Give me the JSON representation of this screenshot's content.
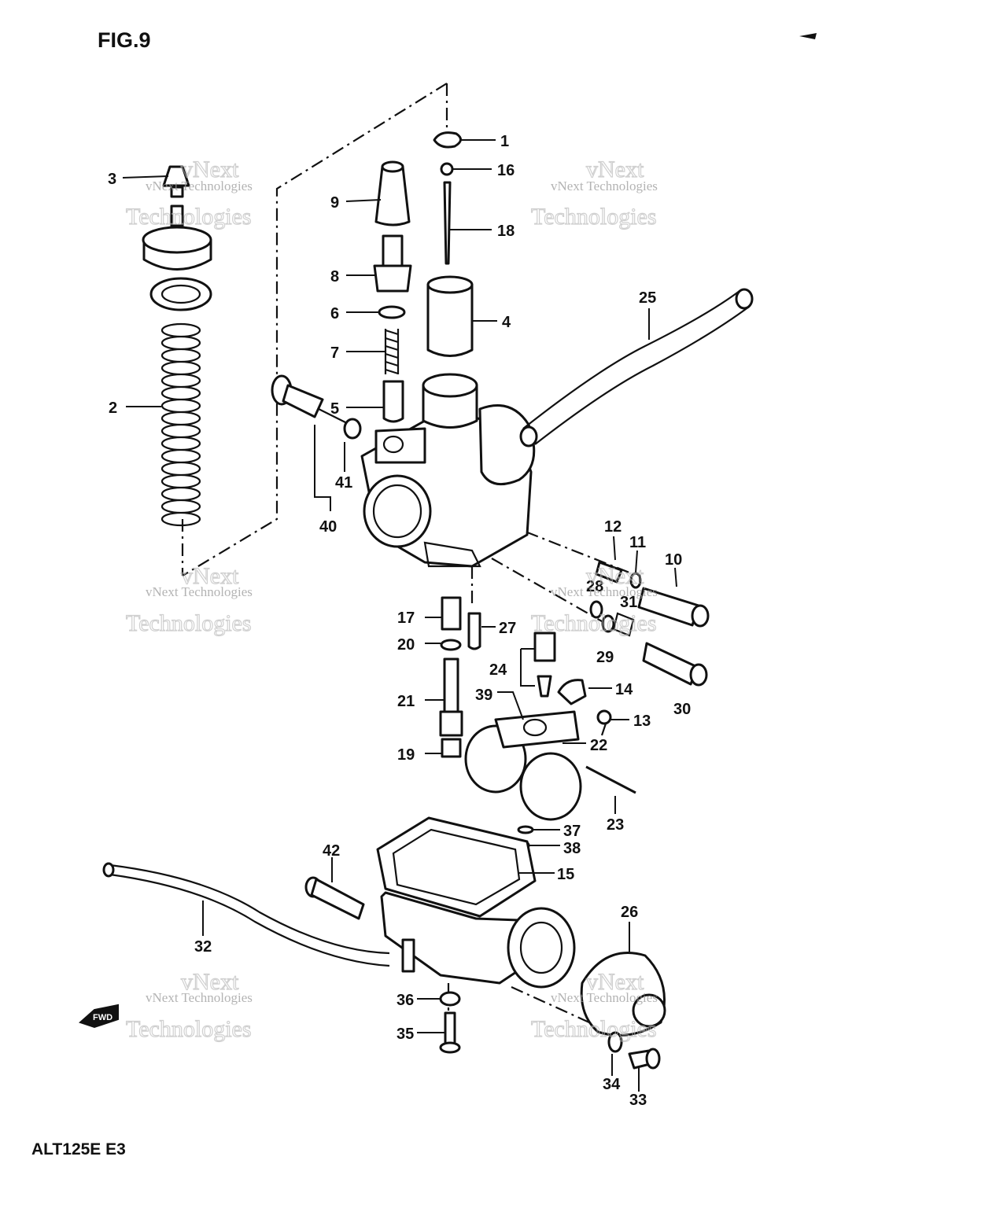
{
  "figure": {
    "title": "FIG.9",
    "model_code": "ALT125E  E3"
  },
  "watermark": {
    "line1": "vNext Technologies",
    "line2": "Technologies",
    "top": "vNext"
  },
  "fwd_badge": "FWD",
  "callouts": [
    {
      "id": "c1",
      "text": "1"
    },
    {
      "id": "c16",
      "text": "16"
    },
    {
      "id": "c18",
      "text": "18"
    },
    {
      "id": "c4",
      "text": "4"
    },
    {
      "id": "c3",
      "text": "3"
    },
    {
      "id": "c9",
      "text": "9"
    },
    {
      "id": "c8",
      "text": "8"
    },
    {
      "id": "c6",
      "text": "6"
    },
    {
      "id": "c7",
      "text": "7"
    },
    {
      "id": "c5",
      "text": "5"
    },
    {
      "id": "c2",
      "text": "2"
    },
    {
      "id": "c41",
      "text": "41"
    },
    {
      "id": "c40",
      "text": "40"
    },
    {
      "id": "c25",
      "text": "25"
    },
    {
      "id": "c12",
      "text": "12"
    },
    {
      "id": "c11",
      "text": "11"
    },
    {
      "id": "c10",
      "text": "10"
    },
    {
      "id": "c28",
      "text": "28"
    },
    {
      "id": "c31",
      "text": "31"
    },
    {
      "id": "c29",
      "text": "29"
    },
    {
      "id": "c30",
      "text": "30"
    },
    {
      "id": "c17",
      "text": "17"
    },
    {
      "id": "c27",
      "text": "27"
    },
    {
      "id": "c20",
      "text": "20"
    },
    {
      "id": "c24",
      "text": "24"
    },
    {
      "id": "c14",
      "text": "14"
    },
    {
      "id": "c39",
      "text": "39"
    },
    {
      "id": "c21",
      "text": "21"
    },
    {
      "id": "c13",
      "text": "13"
    },
    {
      "id": "c22",
      "text": "22"
    },
    {
      "id": "c19",
      "text": "19"
    },
    {
      "id": "c23",
      "text": "23"
    },
    {
      "id": "c37",
      "text": "37"
    },
    {
      "id": "c38",
      "text": "38"
    },
    {
      "id": "c42",
      "text": "42"
    },
    {
      "id": "c15",
      "text": "15"
    },
    {
      "id": "c32",
      "text": "32"
    },
    {
      "id": "c26",
      "text": "26"
    },
    {
      "id": "c36",
      "text": "36"
    },
    {
      "id": "c35",
      "text": "35"
    },
    {
      "id": "c34",
      "text": "34"
    },
    {
      "id": "c33",
      "text": "33"
    }
  ]
}
